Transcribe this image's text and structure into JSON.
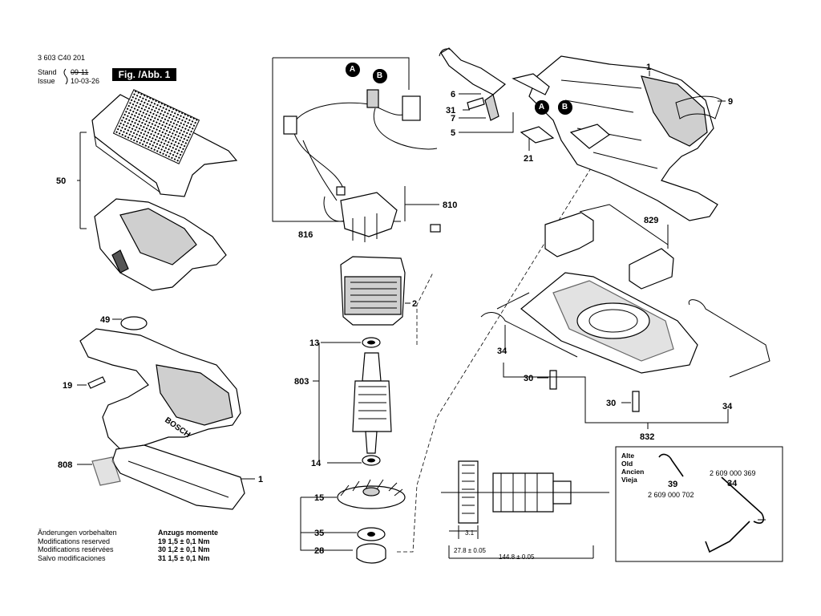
{
  "header": {
    "doc_number": "3 603 C40 201",
    "stand_label": "Stand",
    "stand_value": "09-11",
    "issue_label": "Issue",
    "issue_value": "10-03-26",
    "figure_label": "Fig. /Abb. 1"
  },
  "callouts": [
    "50",
    "49",
    "19",
    "808",
    "1",
    "816",
    "810",
    "2",
    "13",
    "803",
    "14",
    "15",
    "35",
    "28",
    "6",
    "31",
    "7",
    "5",
    "21",
    "9",
    "829",
    "34",
    "30",
    "832",
    "A",
    "B"
  ],
  "dimensions": {
    "d1": "3.1",
    "d2": "27.8 ± 0.05",
    "d3": "144.8 ± 0.05"
  },
  "legend": {
    "languages": [
      "Alte",
      "Old",
      "Ancien",
      "Vieja"
    ],
    "item_39": "39",
    "item_34": "34",
    "pn_34": "2 609 000 369",
    "pn_39": "2 609 000 702"
  },
  "notes": [
    "Änderungen vorbehalten",
    "Modifications reserved",
    "Modifications resérvées",
    "Salvo modificaciones"
  ],
  "torque": {
    "title": "Anzugs momente",
    "rows": [
      "19  1,5 ± 0,1 Nm",
      "30  1,2 ± 0,1 Nm",
      "31  1,5 ± 0,1 Nm"
    ]
  },
  "brand_on_housing": "BOSCH"
}
